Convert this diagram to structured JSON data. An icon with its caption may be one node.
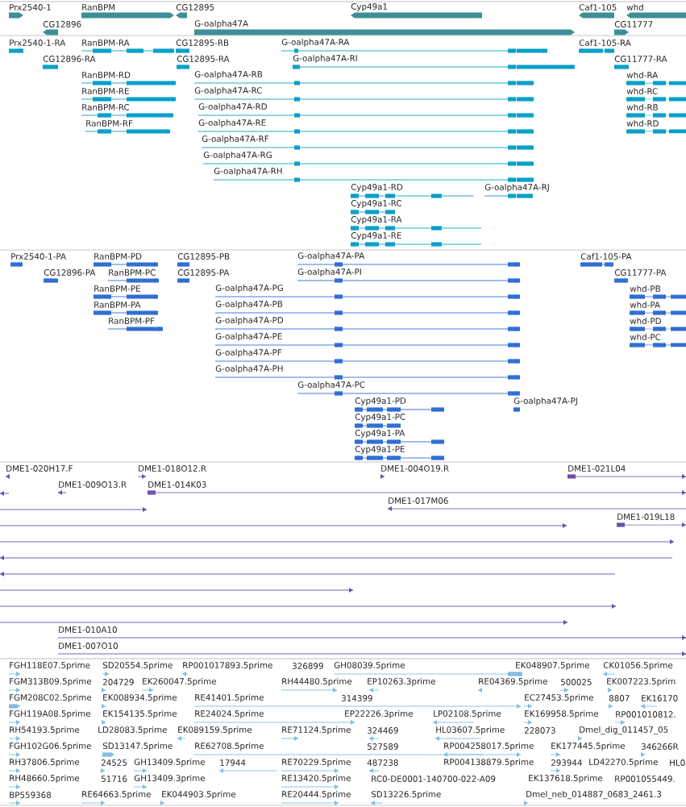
{
  "diagram": {
    "labels": [
      "Prx2540-1",
      "RanBPM",
      "CG12895",
      "Cyp49a1",
      "Caf1-105",
      "whd",
      "CG12896",
      "G-oalpha47A",
      "CG11777",
      "Prx2540-1-RA",
      "RanBPM-RA",
      "CG12895-RB",
      "G-oalpha47A-RA",
      "Caf1-105-RA",
      "CG12896-RA",
      "CG12895-RA",
      "G-oalpha47A-RI",
      "CG11777-RA",
      "RanBPM-RD",
      "G-oalpha47A-RB",
      "whd-RA",
      "RanBPM-RE",
      "G-oalpha47A-RC",
      "whd-RC",
      "RanBPM-RC",
      "G-oalpha47A-RD",
      "whd-RB",
      "RanBPM-RF",
      "G-oalpha47A-RE",
      "whd-RD",
      "G-oalpha47A-RF",
      "G-oalpha47A-RG",
      "G-oalpha47A-RH",
      "Cyp49a1-RD",
      "G-oalpha47A-RJ",
      "Cyp49a1-RC",
      "Cyp49a1-RA",
      "Cyp49a1-RE",
      "Prx2540-1-PA",
      "RanBPM-PD",
      "CG12895-PB",
      "G-oalpha47A-PA",
      "Caf1-105-PA",
      "CG12896-PA",
      "RanBPM-PC",
      "CG12895-PA",
      "G-oalpha47A-PI",
      "CG11777-PA",
      "RanBPM-PE",
      "G-oalpha47A-PG",
      "whd-PB",
      "RanBPM-PA",
      "G-oalpha47A-PB",
      "whd-PA",
      "RanBPM-PF",
      "G-oalpha47A-PD",
      "whd-PD",
      "G-oalpha47A-PE",
      "whd-PC",
      "G-oalpha47A-PF",
      "G-oalpha47A-PH",
      "G-oalpha47A-PC",
      "Cyp49a1-PD",
      "G-oalpha47A-PJ",
      "Cyp49a1-PC",
      "Cyp49a1-PA",
      "Cyp49a1-PE",
      "DME1-020H17.F",
      "DME1-018O12.R",
      "DME1-004O19.R",
      "DME1-021L04",
      "DME1-009O13.R",
      "DME1-014K03",
      "DME1-017M06",
      "DME1-019L18",
      "DME1-010A10",
      "DME1-007O10",
      "FGH118E07.5prime",
      "SD20554.5prime",
      "RP001017893.5prime",
      "326899",
      "GH08039.5prime",
      "EK048907.5prime",
      "CK01056.5prime",
      "FGM313B09.5prime",
      "204729",
      "EK260047.5prime",
      "RH44480.5prime",
      "EP10263.3prime",
      "RE04369.5prime",
      "500025",
      "EK007223.5prim",
      "FGM208C02.5prime",
      "EK008934.5prime",
      "RE41401.5prime",
      "314399",
      "EC27453.5prime",
      "8807",
      "EK16170",
      "FGH119A08.5prime",
      "EK154135.5prime",
      "RE24024.5prime",
      "EP22226.3prime",
      "LP02108.5prime",
      "EK169958.5prime",
      "RP001010812.",
      "RH54193.5prime",
      "LD28083.5prime",
      "EK089159.5prime",
      "RE71124.5prime",
      "324469",
      "HL03607.5prime",
      "228073",
      "Dmel_dig_011457_05",
      "FGH102G06.5prime",
      "SD13147.5prime",
      "RE62708.5prime",
      "527589",
      "RP004258017.5prime",
      "EK177445.5prime",
      "346266R",
      "RH37806.5prime",
      "24525",
      "GH13409.5prime",
      "17944",
      "RE70229.5prime",
      "487238",
      "RP004138879.5prime",
      "293944",
      "LD42270.5prime",
      "HL0",
      "RH48660.5prime",
      "51716",
      "GH13409.3prime",
      "RE13420.5prime",
      "RC0-DE0001-140700-022-A09",
      "EK137618.5prime",
      "RP001055449.",
      "BP559368",
      "RE64663.5prime",
      "EK044903.5prime",
      "RE20444.5prime",
      "SD13226.5prime",
      "Dmel_neb_014887_0683_2461.3"
    ]
  }
}
